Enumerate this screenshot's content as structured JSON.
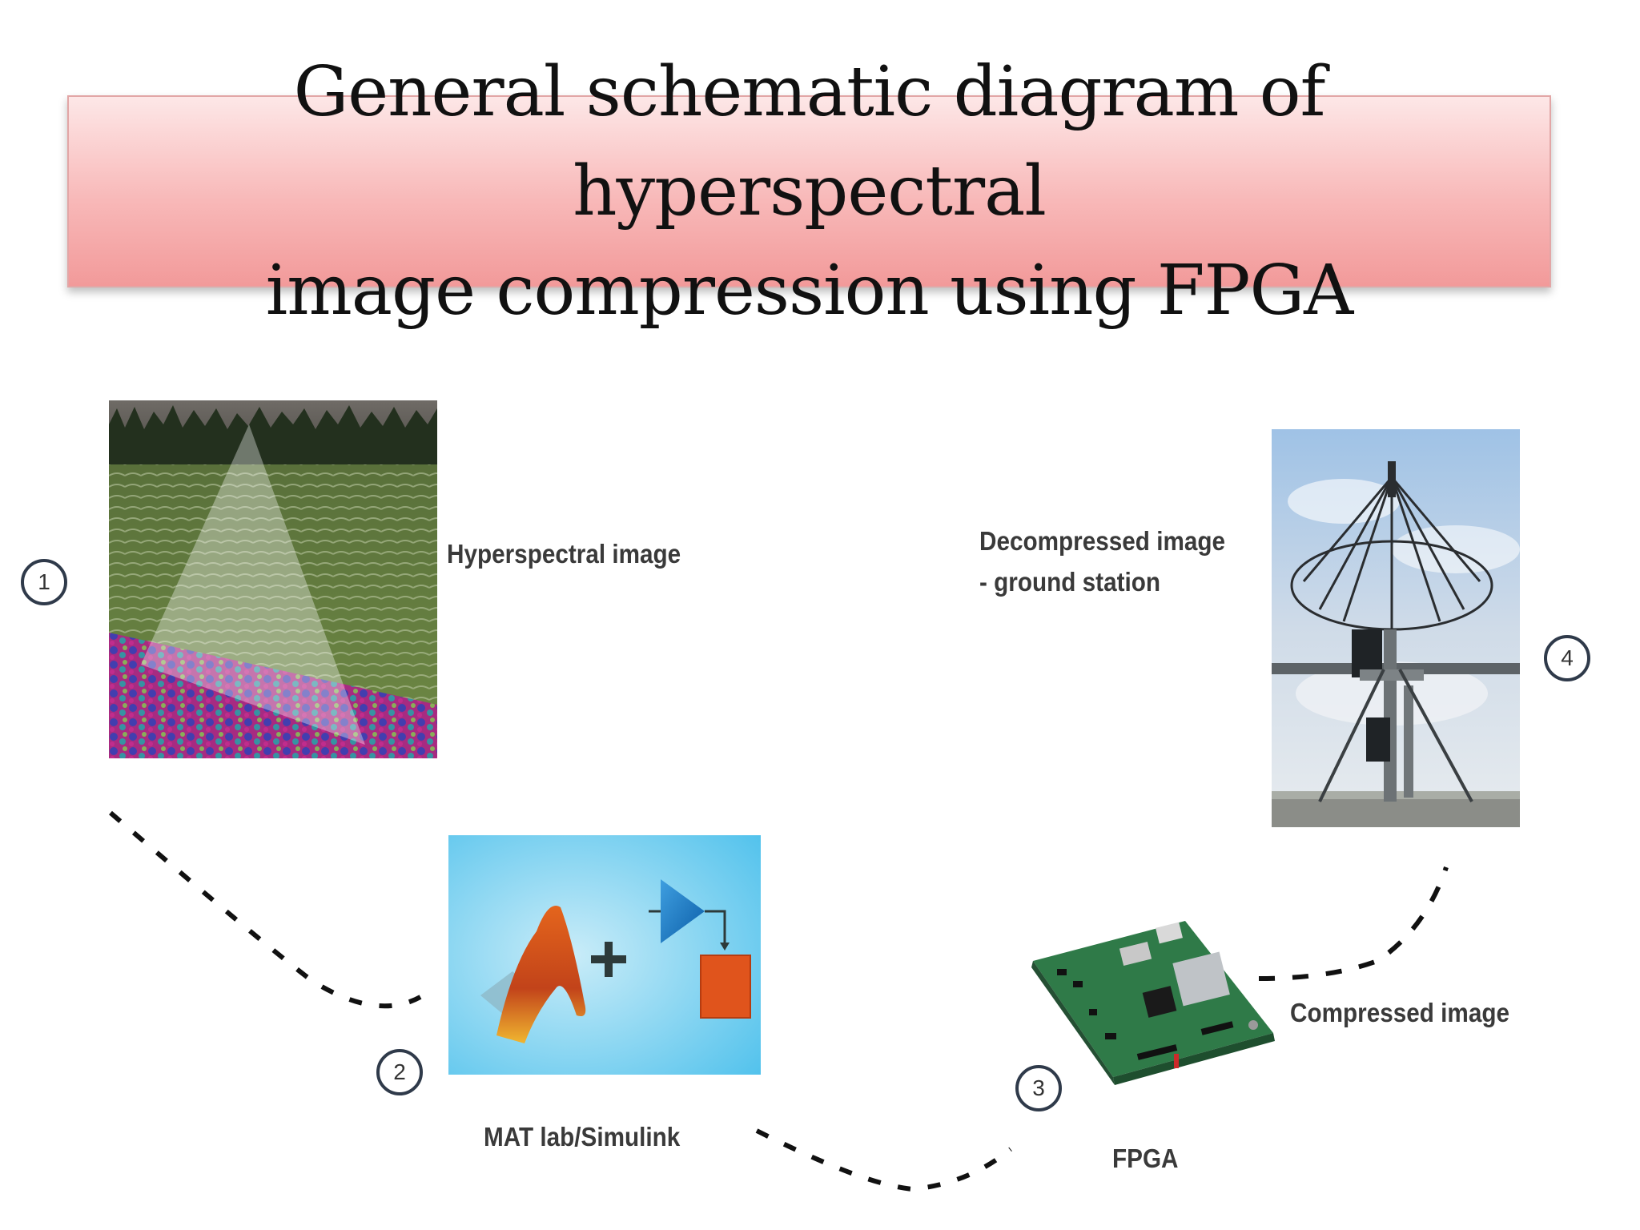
{
  "title": {
    "line1": "General schematic diagram of hyperspectral",
    "line2": "image compression using FPGA"
  },
  "steps": [
    {
      "number": "1",
      "label": "Hyperspectral image"
    },
    {
      "number": "2",
      "label": "MAT lab/Simulink"
    },
    {
      "number": "3",
      "label": "FPGA"
    },
    {
      "number": "4",
      "label_line1": "Decompressed image",
      "label_line2": "- ground station"
    }
  ],
  "connector_label": "Compressed image",
  "colors": {
    "title_fill_top": "#fde7e7",
    "title_fill_bottom": "#f29a9a",
    "matlab_panel": "#5bc7ef",
    "circle_stroke": "#2f3a4a"
  },
  "icons": {
    "step1": "hyperspectral-field-photo",
    "step2": "matlab-simulink-logo",
    "step3": "fpga-board-photo",
    "step4": "ground-station-antenna-photo"
  }
}
